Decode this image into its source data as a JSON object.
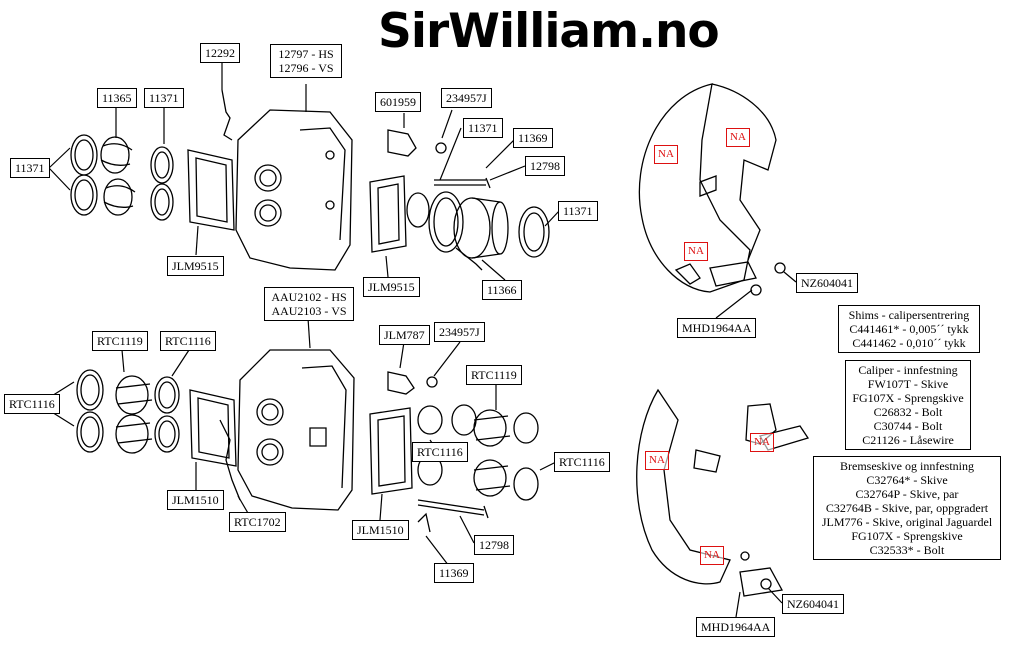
{
  "brand": "SirWilliam.no",
  "labels_top": {
    "l12292": "12292",
    "l12797": "12797 - HS",
    "l12796": "12796 - VS",
    "l11365": "11365",
    "l11371a": "11371",
    "l11371b": "11371",
    "l601959": "601959",
    "l234957J": "234957J",
    "l11371c": "11371",
    "l11369": "11369",
    "l12798": "12798",
    "l11371d": "11371",
    "lJLM9515a": "JLM9515",
    "lJLM9515b": "JLM9515",
    "l11366": "11366"
  },
  "labels_bottom": {
    "lAAU2102": "AAU2102 - HS",
    "lAAU2103": "AAU2103 - VS",
    "lRTC1119a": "RTC1119",
    "lRTC1116a": "RTC1116",
    "lRTC1116b": "RTC1116",
    "lJLM787": "JLM787",
    "l234957J2": "234957J",
    "lRTC1119b": "RTC1119",
    "lRTC1116c": "RTC1116",
    "lRTC1116d": "RTC1116",
    "lJLM1510a": "JLM1510",
    "lRTC1702": "RTC1702",
    "lJLM1510b": "JLM1510",
    "l12798b": "12798",
    "l11369b": "11369"
  },
  "labels_right": {
    "NZ604041a": "NZ604041",
    "MHD1964AAa": "MHD1964AA",
    "NZ604041b": "NZ604041",
    "MHD1964AAb": "MHD1964AA",
    "na": "NA"
  },
  "boxes": {
    "shims": [
      "Shims - calipersentrering",
      "C441461* - 0,005´´ tykk",
      "C441462 - 0,010´´ tykk"
    ],
    "caliper": [
      "Caliper - innfestning",
      "FW107T - Skive",
      "FG107X - Sprengskive",
      "C26832 - Bolt",
      "C30744 - Bolt",
      "C21126 - Låsewire"
    ],
    "disc": [
      "Bremseskive og innfestning",
      "C32764* - Skive",
      "C32764P - Skive, par",
      "C32764B - Skive, par, oppgradert",
      "JLM776 - Skive, original Jaguardel",
      "FG107X - Sprengskive",
      "C32533* - Bolt"
    ]
  }
}
